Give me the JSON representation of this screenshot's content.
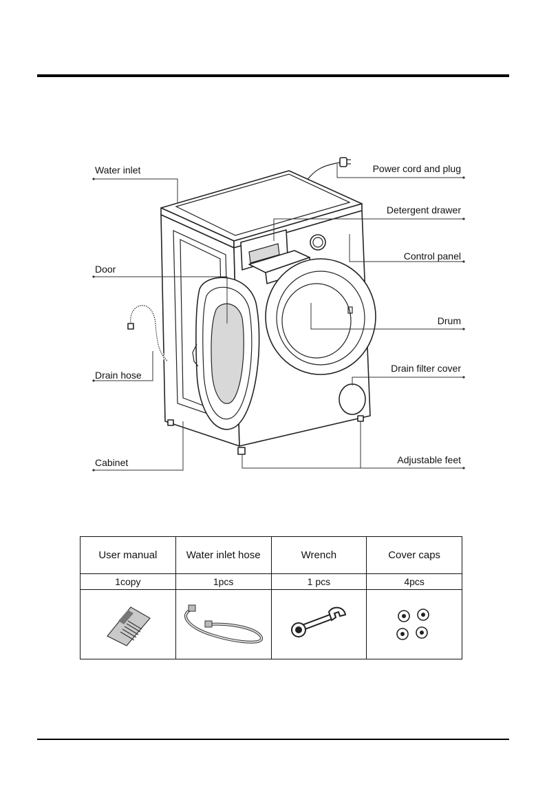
{
  "diagram": {
    "labels": {
      "water_inlet": "Water inlet",
      "power_cord": "Power cord and plug",
      "detergent_drawer": "Detergent drawer",
      "control_panel": "Control panel",
      "door": "Door",
      "drum": "Drum",
      "drain_filter_cover": "Drain filter cover",
      "drain_hose": "Drain hose",
      "cabinet": "Cabinet",
      "adjustable_feet": "Adjustable feet"
    }
  },
  "accessories": {
    "items": [
      {
        "name": "User manual",
        "qty": "1copy",
        "icon": "manual-icon"
      },
      {
        "name": "Water inlet hose",
        "qty": "1pcs",
        "icon": "hose-icon"
      },
      {
        "name": "Wrench",
        "qty": "1 pcs",
        "icon": "wrench-icon"
      },
      {
        "name": "Cover caps",
        "qty": "4pcs",
        "icon": "cover-caps-icon"
      }
    ]
  }
}
